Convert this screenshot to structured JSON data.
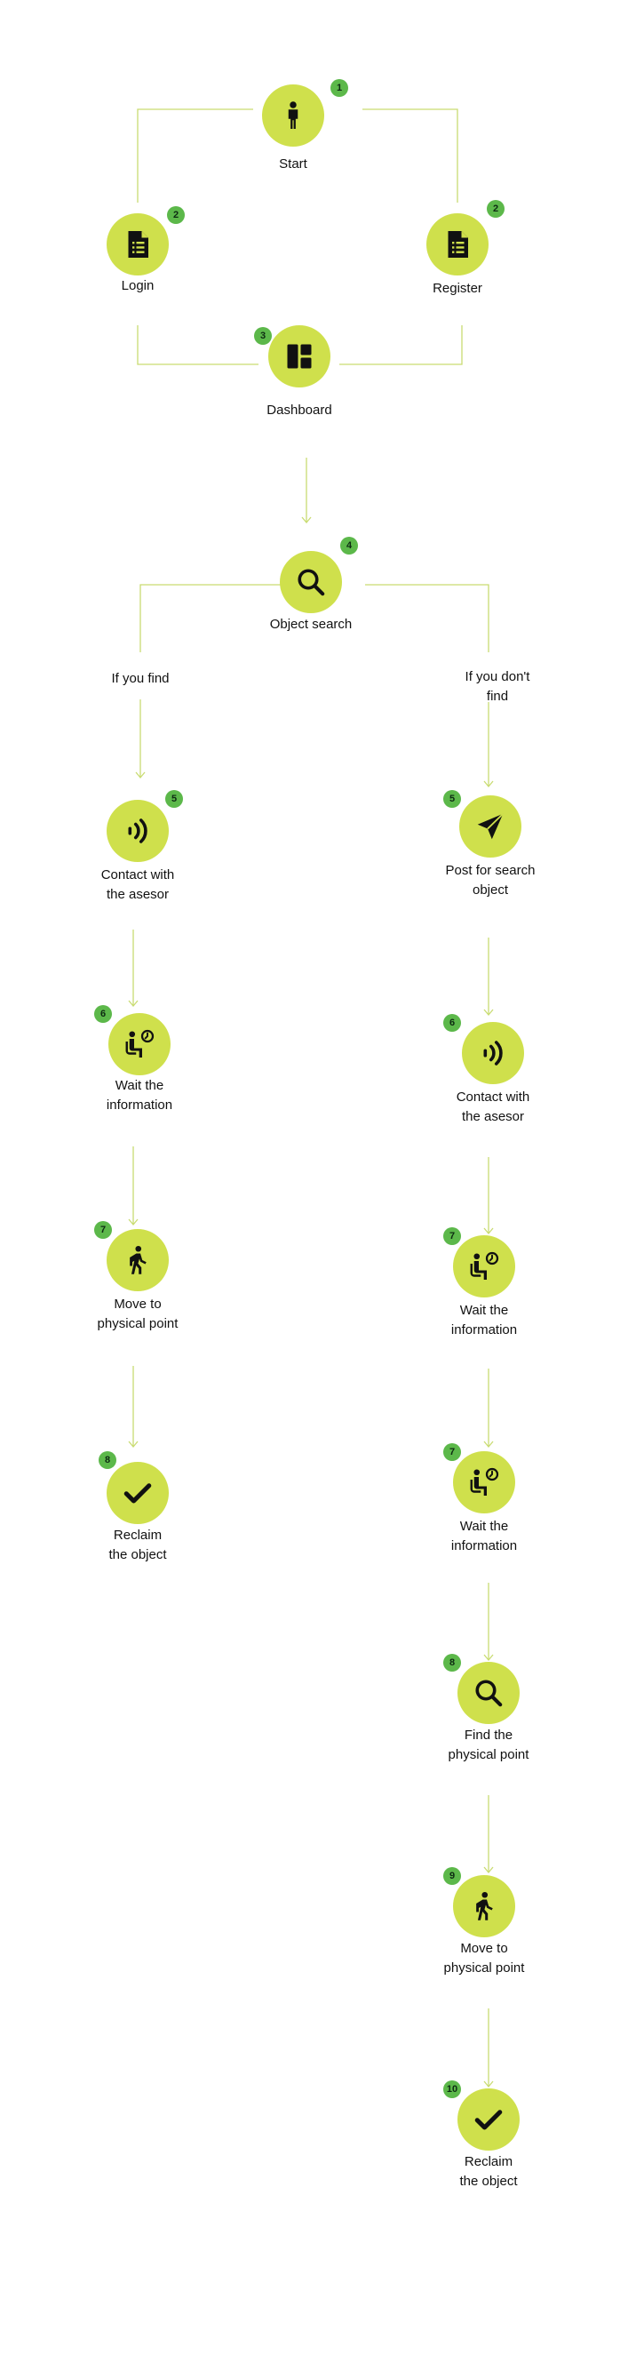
{
  "colors": {
    "node": "#cfe04c",
    "badge": "#5cb84a",
    "connector": "#c9dc72",
    "text": "#111111"
  },
  "nodes": [
    {
      "id": "start",
      "badge": "1",
      "label": "Start",
      "icon": "person-icon"
    },
    {
      "id": "login",
      "badge": "2",
      "label": "Login",
      "icon": "document-icon"
    },
    {
      "id": "register",
      "badge": "2",
      "label": "Register",
      "icon": "document-icon"
    },
    {
      "id": "dashboard",
      "badge": "3",
      "label": "Dashboard",
      "icon": "dashboard-icon"
    },
    {
      "id": "search",
      "badge": "4",
      "label": "Object search",
      "icon": "search-icon"
    },
    {
      "id": "l-contact",
      "badge": "5",
      "label": "Contact with\nthe asesor",
      "icon": "signal-icon"
    },
    {
      "id": "l-wait",
      "badge": "6",
      "label": "Wait the\ninformation",
      "icon": "waiting-icon"
    },
    {
      "id": "l-move",
      "badge": "7",
      "label": "Move to\nphysical point",
      "icon": "walking-icon"
    },
    {
      "id": "l-reclaim",
      "badge": "8",
      "label": "Reclaim\nthe object",
      "icon": "check-icon"
    },
    {
      "id": "r-post",
      "badge": "5",
      "label": "Post for search\nobject",
      "icon": "send-icon"
    },
    {
      "id": "r-contact",
      "badge": "6",
      "label": "Contact with\nthe asesor",
      "icon": "signal-icon"
    },
    {
      "id": "r-wait1",
      "badge": "7",
      "label": "Wait the\ninformation",
      "icon": "waiting-icon"
    },
    {
      "id": "r-wait2",
      "badge": "7",
      "label": "Wait the\ninformation",
      "icon": "waiting-icon"
    },
    {
      "id": "r-find",
      "badge": "8",
      "label": "Find the\nphysical point",
      "icon": "search-icon"
    },
    {
      "id": "r-move",
      "badge": "9",
      "label": "Move to\nphysical point",
      "icon": "walking-icon"
    },
    {
      "id": "r-reclaim",
      "badge": "10",
      "label": "Reclaim\nthe object",
      "icon": "check-icon"
    }
  ],
  "branches": {
    "found": "If you find",
    "not_found": "If you don't\nfind"
  }
}
